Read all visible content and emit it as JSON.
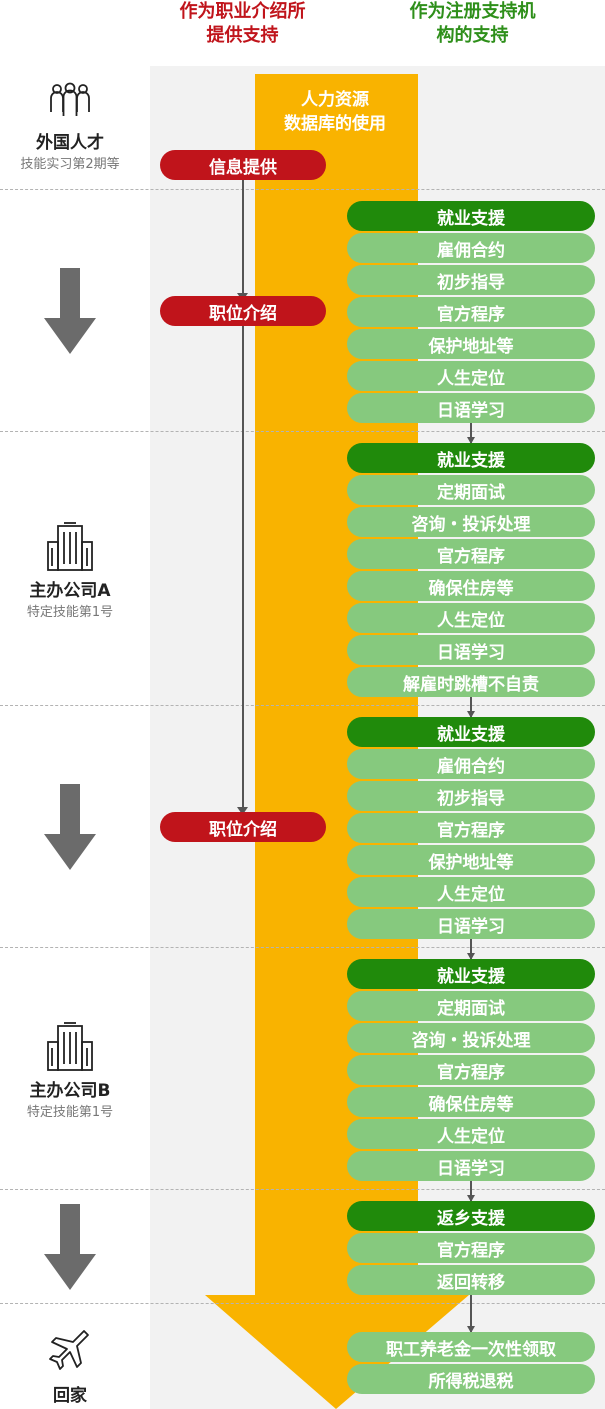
{
  "headers": {
    "agency_support": "作为职业介绍所\n提供支持",
    "registered_support": "作为注册支持机\n构的支持"
  },
  "database_label": "人力资源\n数据库的使用",
  "colors": {
    "red": "#c0141b",
    "dark_green": "#208a0b",
    "light_green": "#86c97e",
    "orange": "#f9b300"
  },
  "stages": [
    {
      "title": "外国人才",
      "subtitle": "技能实习第2期等",
      "icon": "people-group-icon"
    },
    {
      "title": "主办公司A",
      "subtitle": "特定技能第1号",
      "icon": "building-icon"
    },
    {
      "title": "主办公司B",
      "subtitle": "特定技能第1号",
      "icon": "building-icon"
    },
    {
      "title": "回家",
      "icon": "airplane-icon"
    }
  ],
  "agency_steps": {
    "info": "信息提供",
    "intro1": "职位介绍",
    "intro2": "职位介绍"
  },
  "support_groups": [
    {
      "items": [
        "就业支援",
        "雇佣合约",
        "初步指导",
        "官方程序",
        "保护地址等",
        "人生定位",
        "日语学习"
      ]
    },
    {
      "items": [
        "就业支援",
        "定期面试",
        "咨询・投诉处理",
        "官方程序",
        "确保住房等",
        "人生定位",
        "日语学习",
        "解雇时跳槽不自责"
      ]
    },
    {
      "items": [
        "就业支援",
        "雇佣合约",
        "初步指导",
        "官方程序",
        "保护地址等",
        "人生定位",
        "日语学习"
      ]
    },
    {
      "items": [
        "就业支援",
        "定期面试",
        "咨询・投诉处理",
        "官方程序",
        "确保住房等",
        "人生定位",
        "日语学习"
      ]
    },
    {
      "items": [
        "返乡支援",
        "官方程序",
        "返回转移"
      ]
    },
    {
      "items": [
        "职工养老金一次性领取",
        "所得税退税"
      ]
    }
  ]
}
